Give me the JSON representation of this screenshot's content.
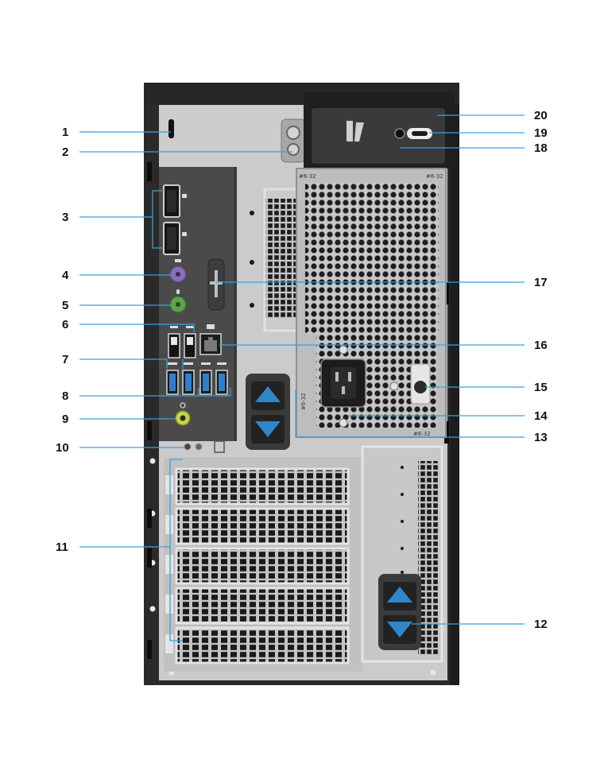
{
  "diagram": {
    "callouts": [
      {
        "num": "1"
      },
      {
        "num": "2"
      },
      {
        "num": "3"
      },
      {
        "num": "4"
      },
      {
        "num": "5"
      },
      {
        "num": "6"
      },
      {
        "num": "7"
      },
      {
        "num": "8"
      },
      {
        "num": "9"
      },
      {
        "num": "10"
      },
      {
        "num": "11"
      },
      {
        "num": "12"
      },
      {
        "num": "13"
      },
      {
        "num": "14"
      },
      {
        "num": "15"
      },
      {
        "num": "16"
      },
      {
        "num": "17"
      },
      {
        "num": "18"
      },
      {
        "num": "19"
      },
      {
        "num": "20"
      }
    ],
    "psu_marks": [
      "#6-32",
      "#6-32",
      "#6-32",
      "#6-32"
    ],
    "colors": {
      "chassis": "#2b2b2c",
      "panel": "#c9c9ca",
      "io_plate": "#4a4a4b",
      "callout_line": "#3aa0d8",
      "latch_button": "#2f86c8",
      "ps2_keyboard": "#8a6fb3",
      "ps2_mouse": "#5fa34f",
      "audio_jack": "#c9d34a",
      "usb3_port": "#2f7fd0"
    }
  }
}
